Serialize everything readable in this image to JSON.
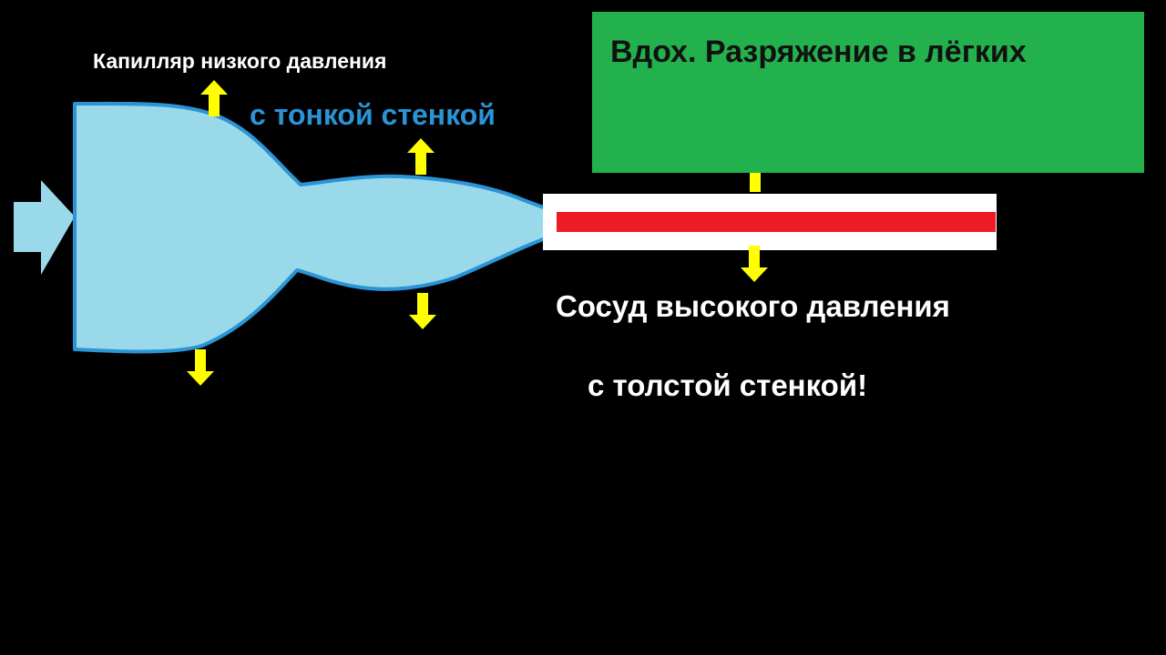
{
  "labels": {
    "capillary_title": "Капилляр низкого давления",
    "capillary_wall": "с тонкой стенкой",
    "vessel_title": "Сосуд высокого давления",
    "vessel_wall": "с толстой стенкой!",
    "inhale": "Вдох. Разряжение в лёгких"
  },
  "colors": {
    "background": "#000000",
    "capillary_fill": "#99d9ea",
    "capillary_outline": "#2a94d6",
    "inflow_arrow": "#99d9ea",
    "pressure_arrow": "#ffff00",
    "vessel_wall": "#ffffff",
    "vessel_blood": "#ed1c24",
    "inhale_box": "#22b14c",
    "inhale_text": "#111111",
    "label_blue": "#2a94d6"
  },
  "icons": {
    "inflow": "arrow-right-icon",
    "pressure_up": "arrow-up-icon",
    "pressure_down": "arrow-down-icon"
  }
}
